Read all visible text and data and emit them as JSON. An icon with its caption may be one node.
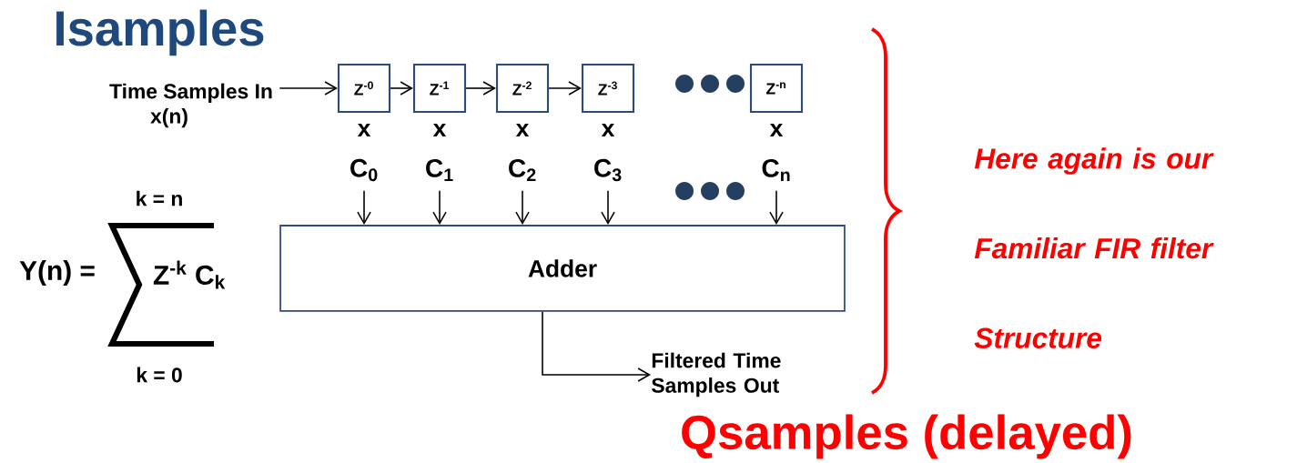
{
  "diagram": {
    "title": "Isamples",
    "nodes": [
      {
        "text": [
          "Time Samples In",
          "x(n)"
        ]
      },
      {
        "text": [
          "Z$^{-0}$"
        ]
      },
      {
        "text": [
          "Z$^{-1}$"
        ]
      },
      {
        "text": [
          "Z$^{-2}$"
        ]
      },
      {
        "text": [
          "Z$^{-3}$"
        ]
      },
      {
        "text": [
          "Z$^{-n}$"
        ]
      },
      {
        "text": [
          "C$_{0}$"
        ]
      },
      {
        "text": [
          "C$_{1}$"
        ]
      },
      {
        "text": [
          "C$_{2}$"
        ]
      },
      {
        "text": [
          "C$_{3}$"
        ]
      },
      {
        "text": [
          "C$_{n}$"
        ]
      },
      {
        "text": [
          "Adder"
        ]
      },
      {
        "text": [
          "Filtered Time Samples Out"
        ]
      }
    ],
    "edges": [
      {
        "from": 0,
        "to": 1,
        "arrow": "to"
      },
      {
        "from": 1,
        "to": 2,
        "arrow": "to"
      },
      {
        "from": 2,
        "to": 3,
        "arrow": "to"
      },
      {
        "from": 3,
        "to": 4,
        "arrow": "to"
      },
      {
        "from": 6,
        "to": 11,
        "arrow": "to"
      },
      {
        "from": 7,
        "to": 11,
        "arrow": "to"
      },
      {
        "from": 8,
        "to": 11,
        "arrow": "to"
      },
      {
        "from": 9,
        "to": 11,
        "arrow": "to"
      },
      {
        "from": 10,
        "to": 11,
        "arrow": "to"
      },
      {
        "from": 11,
        "to": 12,
        "arrow": "to"
      }
    ],
    "labels": [
      "x",
      "x",
      "x",
      "x",
      "x",
      "k = n",
      "Y(n) =",
      "Z$^{-k}$ C$_{k}$",
      "k = 0",
      "Here again is our Familiar FIR filter Structure",
      "Qsamples (delayed)"
    ]
  }
}
